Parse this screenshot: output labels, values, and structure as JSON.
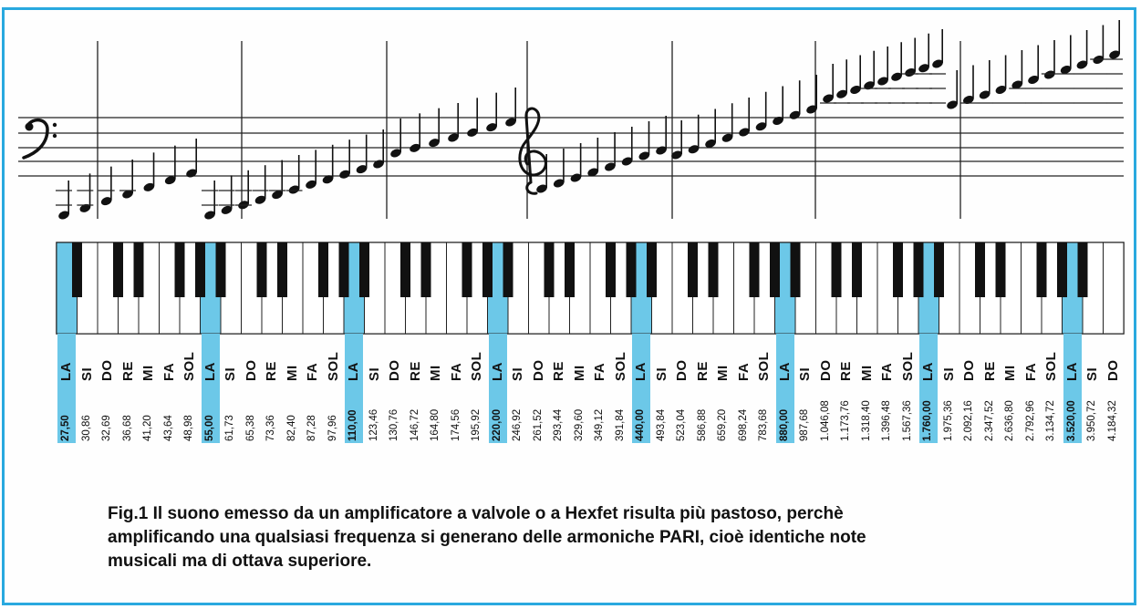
{
  "colors": {
    "frame": "#29a9df",
    "highlight": "#6cc8e8",
    "ink": "#111111"
  },
  "icons": [
    "bass-clef-icon",
    "treble-clef-icon"
  ],
  "keys": [
    {
      "note": "LA",
      "freq": "27,50",
      "hl": true
    },
    {
      "note": "SI",
      "freq": "30,86"
    },
    {
      "note": "DO",
      "freq": "32,69"
    },
    {
      "note": "RE",
      "freq": "36,68"
    },
    {
      "note": "MI",
      "freq": "41,20"
    },
    {
      "note": "FA",
      "freq": "43,64"
    },
    {
      "note": "SOL",
      "freq": "48,98"
    },
    {
      "note": "LA",
      "freq": "55,00",
      "hl": true
    },
    {
      "note": "SI",
      "freq": "61,73"
    },
    {
      "note": "DO",
      "freq": "65,38"
    },
    {
      "note": "RE",
      "freq": "73,36"
    },
    {
      "note": "MI",
      "freq": "82,40"
    },
    {
      "note": "FA",
      "freq": "87,28"
    },
    {
      "note": "SOL",
      "freq": "97,96"
    },
    {
      "note": "LA",
      "freq": "110,00",
      "hl": true
    },
    {
      "note": "SI",
      "freq": "123,46"
    },
    {
      "note": "DO",
      "freq": "130,76"
    },
    {
      "note": "RE",
      "freq": "146,72"
    },
    {
      "note": "MI",
      "freq": "164,80"
    },
    {
      "note": "FA",
      "freq": "174,56"
    },
    {
      "note": "SOL",
      "freq": "195,92"
    },
    {
      "note": "LA",
      "freq": "220,00",
      "hl": true
    },
    {
      "note": "SI",
      "freq": "246,92"
    },
    {
      "note": "DO",
      "freq": "261,52"
    },
    {
      "note": "RE",
      "freq": "293,44"
    },
    {
      "note": "MI",
      "freq": "329,60"
    },
    {
      "note": "FA",
      "freq": "349,12"
    },
    {
      "note": "SOL",
      "freq": "391,84"
    },
    {
      "note": "LA",
      "freq": "440,00",
      "hl": true
    },
    {
      "note": "SI",
      "freq": "493,84"
    },
    {
      "note": "DO",
      "freq": "523,04"
    },
    {
      "note": "RE",
      "freq": "586,88"
    },
    {
      "note": "MI",
      "freq": "659,20"
    },
    {
      "note": "FA",
      "freq": "698,24"
    },
    {
      "note": "SOL",
      "freq": "783,68"
    },
    {
      "note": "LA",
      "freq": "880,00",
      "hl": true
    },
    {
      "note": "SI",
      "freq": "987,68"
    },
    {
      "note": "DO",
      "freq": "1.046,08"
    },
    {
      "note": "RE",
      "freq": "1.173,76"
    },
    {
      "note": "MI",
      "freq": "1.318,40"
    },
    {
      "note": "FA",
      "freq": "1.396,48"
    },
    {
      "note": "SOL",
      "freq": "1.567,36"
    },
    {
      "note": "LA",
      "freq": "1.760,00",
      "hl": true
    },
    {
      "note": "SI",
      "freq": "1.975,36"
    },
    {
      "note": "DO",
      "freq": "2.092,16"
    },
    {
      "note": "RE",
      "freq": "2.347,52"
    },
    {
      "note": "MI",
      "freq": "2.636,80"
    },
    {
      "note": "FA",
      "freq": "2.792,96"
    },
    {
      "note": "SOL",
      "freq": "3.134,72"
    },
    {
      "note": "LA",
      "freq": "3.520,00",
      "hl": true
    },
    {
      "note": "SI",
      "freq": "3.950,72"
    },
    {
      "note": "DO",
      "freq": "4.184,32"
    }
  ],
  "caption": "Fig.1 Il suono emesso da un amplificatore a valvole o a Hexfet risulta più pastoso, perchè amplificando una qualsiasi frequenza si generano delle armoniche PARI, cioè identiche note musicali ma di ottava superiore."
}
